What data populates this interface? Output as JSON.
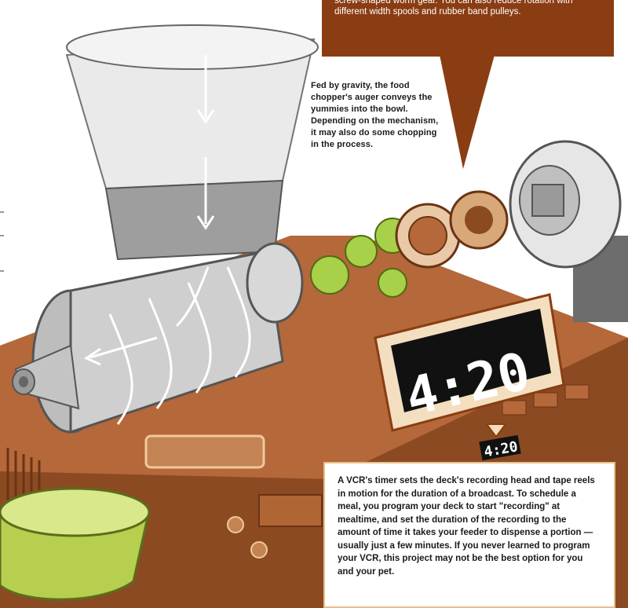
{
  "callouts": {
    "top_box_text": "screw-shaped worm gear. You can also reduce rotation with different width spools and rubber band pulleys.",
    "auger_text": "Fed by gravity, the food chopper's auger conveys the yummies into the bowl. Depending on the mechanism, it may also do some chopping in the process.",
    "vcr_text": "A VCR's timer sets the deck's recording head and tape reels in motion for the duration of a broadcast. To schedule a meal, you program your deck to start \"recording\" at mealtime, and set the duration of the recording to the amount of time it takes your feeder to dispense a portion — usually just a few minutes. If you never learned to program your VCR, this project may not be the best option for you and your pet."
  },
  "display": {
    "clock_time": "4:20",
    "small_time": "4:20"
  },
  "colors": {
    "vcr_body": "#a65a2c",
    "callout_brown": "#8a3d12",
    "gear_green": "#a8d048",
    "bowl_green": "#b6cf4e",
    "chopper_gray": "#c9c9c9",
    "display_frame": "#f3dfc0"
  }
}
